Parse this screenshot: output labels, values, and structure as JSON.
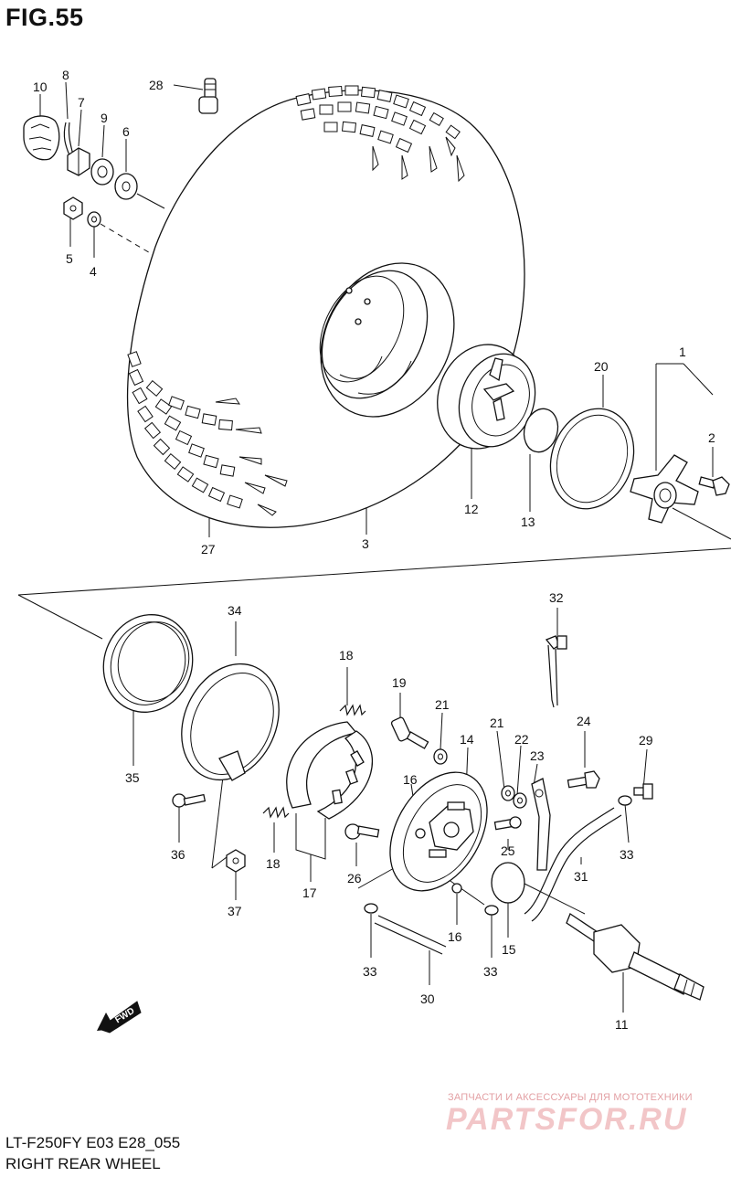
{
  "figure": {
    "title": "FIG.55",
    "model": "LT-F250FY E03 E28_055",
    "caption": "RIGHT REAR WHEEL",
    "fwd_label": "FWD",
    "watermark_small": "ЗАПЧАСТИ И АКСЕССУАРЫ ДЛЯ МОТОТЕХНИКИ",
    "watermark_big": "PARTSFOR.RU"
  },
  "parts": [
    {
      "id": "p10",
      "label": "10",
      "icon": "cap-nut-icon"
    },
    {
      "id": "p8",
      "label": "8",
      "icon": "cotter-pin-icon"
    },
    {
      "id": "p7",
      "label": "7",
      "icon": "castle-nut-icon"
    },
    {
      "id": "p9",
      "label": "9",
      "icon": "spacer-icon"
    },
    {
      "id": "p6",
      "label": "6",
      "icon": "washer-icon"
    },
    {
      "id": "p5",
      "label": "5",
      "icon": "wheel-nut-icon"
    },
    {
      "id": "p4",
      "label": "4",
      "icon": "washer-icon"
    },
    {
      "id": "p28",
      "label": "28",
      "icon": "valve-icon"
    },
    {
      "id": "p27",
      "label": "27",
      "icon": "tire-icon"
    },
    {
      "id": "p3",
      "label": "3",
      "icon": "rim-icon"
    },
    {
      "id": "p12",
      "label": "12",
      "icon": "brake-drum-icon"
    },
    {
      "id": "p13",
      "label": "13",
      "icon": "o-ring-icon"
    },
    {
      "id": "p20",
      "label": "20",
      "icon": "seal-ring-icon"
    },
    {
      "id": "p1",
      "label": "1",
      "icon": "hub-icon"
    },
    {
      "id": "p2",
      "label": "2",
      "icon": "bolt-icon"
    },
    {
      "id": "p35",
      "label": "35",
      "icon": "seal-ring-icon"
    },
    {
      "id": "p34",
      "label": "34",
      "icon": "cover-ring-icon"
    },
    {
      "id": "p36",
      "label": "36",
      "icon": "screw-icon"
    },
    {
      "id": "p37",
      "label": "37",
      "icon": "nut-icon"
    },
    {
      "id": "p18a",
      "label": "18",
      "icon": "spring-icon"
    },
    {
      "id": "p18b",
      "label": "18",
      "icon": "spring-icon"
    },
    {
      "id": "p17",
      "label": "17",
      "icon": "brake-shoe-icon"
    },
    {
      "id": "p19",
      "label": "19",
      "icon": "breather-icon"
    },
    {
      "id": "p21a",
      "label": "21",
      "icon": "washer-icon"
    },
    {
      "id": "p21b",
      "label": "21",
      "icon": "washer-icon"
    },
    {
      "id": "p14",
      "label": "14",
      "icon": "brake-panel-icon"
    },
    {
      "id": "p16a",
      "label": "16",
      "icon": "pin-icon"
    },
    {
      "id": "p16b",
      "label": "16",
      "icon": "pin-icon"
    },
    {
      "id": "p26",
      "label": "26",
      "icon": "bolt-icon"
    },
    {
      "id": "p22",
      "label": "22",
      "icon": "washer-icon"
    },
    {
      "id": "p23",
      "label": "23",
      "icon": "brake-arm-icon"
    },
    {
      "id": "p25",
      "label": "25",
      "icon": "bolt-icon"
    },
    {
      "id": "p24",
      "label": "24",
      "icon": "bolt-icon"
    },
    {
      "id": "p29",
      "label": "29",
      "icon": "bolt-icon"
    },
    {
      "id": "p32",
      "label": "32",
      "icon": "clamp-icon"
    },
    {
      "id": "p31",
      "label": "31",
      "icon": "hose-icon"
    },
    {
      "id": "p33a",
      "label": "33",
      "icon": "clip-icon"
    },
    {
      "id": "p33b",
      "label": "33",
      "icon": "clip-icon"
    },
    {
      "id": "p33c",
      "label": "33",
      "icon": "clip-icon"
    },
    {
      "id": "p30",
      "label": "30",
      "icon": "hose-icon"
    },
    {
      "id": "p15",
      "label": "15",
      "icon": "gasket-icon"
    },
    {
      "id": "p11",
      "label": "11",
      "icon": "axle-icon"
    }
  ]
}
